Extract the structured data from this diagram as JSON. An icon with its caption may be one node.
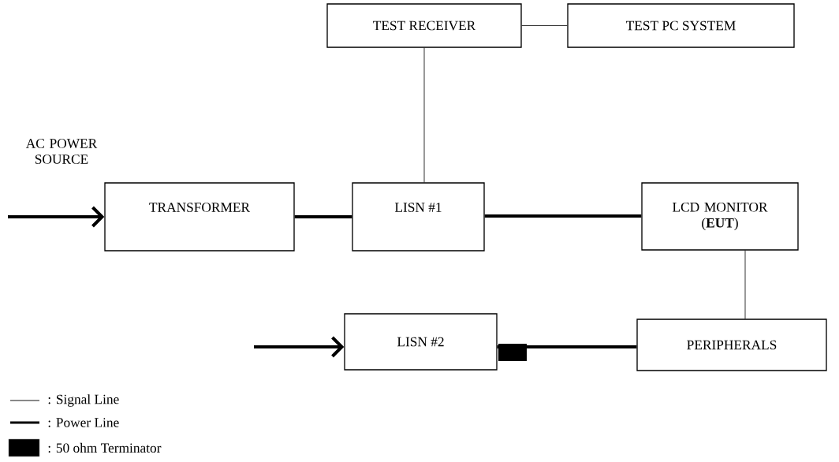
{
  "diagram": {
    "nodes": [
      {
        "text": [
          "TEST RECEIVER"
        ]
      },
      {
        "text": [
          "TEST PC SYSTEM"
        ]
      },
      {
        "text": [
          "TRANSFORMER"
        ]
      },
      {
        "text": [
          "LISN #1"
        ]
      },
      {
        "text": [
          "LCD MONITOR (**EUT**)"
        ]
      },
      {
        "text": [
          "LISN #2"
        ]
      },
      {
        "text": [
          "PERIPHERALS"
        ]
      }
    ],
    "edges": [
      {
        "from": null,
        "to": 2,
        "arrow": "to"
      },
      {
        "from": 2,
        "to": 3,
        "arrow": "none"
      },
      {
        "from": 3,
        "to": 4,
        "arrow": "none"
      },
      {
        "from": 0,
        "to": 3,
        "arrow": "none"
      },
      {
        "from": 0,
        "to": 1,
        "arrow": "none"
      },
      {
        "from": 4,
        "to": 6,
        "arrow": "none"
      },
      {
        "from": null,
        "to": 5,
        "arrow": "to"
      },
      {
        "from": 5,
        "to": 6,
        "arrow": "none"
      }
    ],
    "labels": [
      "AC POWER SOURCE"
    ],
    "legend": [
      {
        "text": ": Signal Line"
      },
      {
        "text": ": Power Line"
      },
      {
        "text": ": 50 ohm Terminator",
        "color": "#000000"
      }
    ]
  }
}
